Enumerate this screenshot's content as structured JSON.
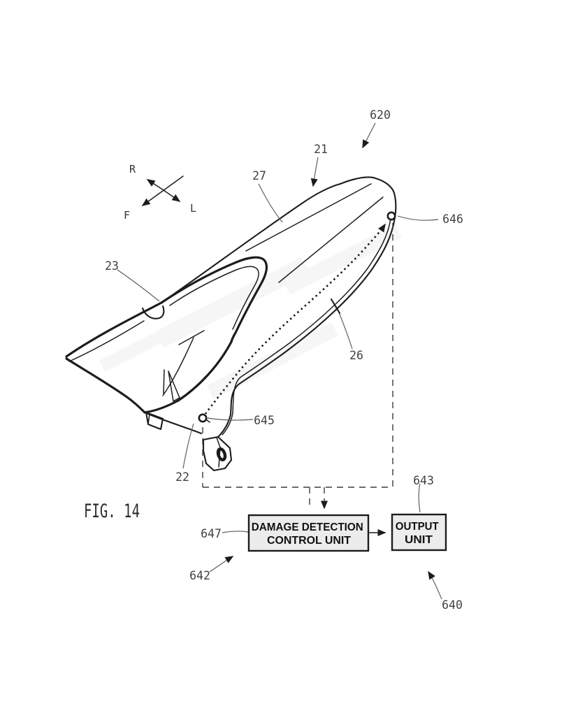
{
  "figure_caption": "FIG. 14",
  "compass": {
    "r": "R",
    "f": "F",
    "l": "L"
  },
  "labels": {
    "n620": "620",
    "n21": "21",
    "n27": "27",
    "n23": "23",
    "n646": "646",
    "n26": "26",
    "n645": "645",
    "n22": "22",
    "n643": "643",
    "n647": "647",
    "n642": "642",
    "n640": "640"
  },
  "blocks": {
    "damage_detection": {
      "line1": "DAMAGE DETECTION",
      "line2": "CONTROL UNIT"
    },
    "output": {
      "line1": "OUTPUT",
      "line2": "UNIT"
    }
  },
  "colors": {
    "line": "#1c1c1c",
    "label_text": "#414141",
    "box_fill": "#ececec",
    "dashed_line": "#3c3c3c",
    "background": "#ffffff"
  }
}
